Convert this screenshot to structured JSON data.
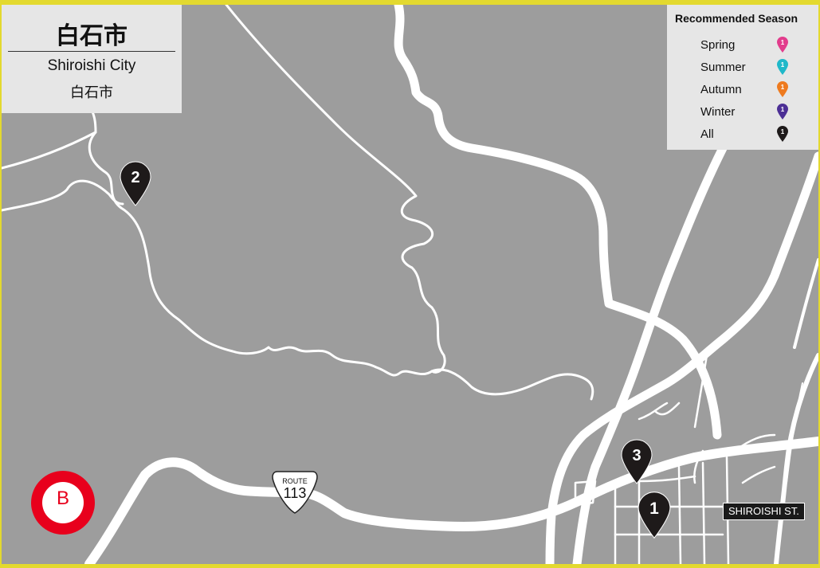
{
  "colors": {
    "background": "#9d9d9d",
    "road": "#ffffff",
    "border": "#e3d92f",
    "spring": "#e23c8c",
    "summer": "#1fb8c9",
    "autumn": "#ee7a1e",
    "winter": "#4c2f95",
    "all": "#1e1a1a",
    "badge": "#e8001c"
  },
  "title": {
    "japanese": "白石市",
    "english": "Shiroishi City",
    "japanese_sub": "白石市"
  },
  "legend": {
    "title": "Recommended Season",
    "items": [
      {
        "label": "Spring",
        "number": "1",
        "color": "#e23c8c"
      },
      {
        "label": "Summer",
        "number": "1",
        "color": "#1fb8c9"
      },
      {
        "label": "Autumn",
        "number": "1",
        "color": "#ee7a1e"
      },
      {
        "label": "Winter",
        "number": "1",
        "color": "#4c2f95"
      },
      {
        "label": "All",
        "number": "1",
        "color": "#1e1a1a"
      }
    ]
  },
  "markers": [
    {
      "number": "2",
      "season": "All"
    },
    {
      "number": "3",
      "season": "All"
    },
    {
      "number": "1",
      "season": "All"
    }
  ],
  "badge": {
    "letter": "B"
  },
  "route_sign": {
    "word": "ROUTE",
    "number": "113"
  },
  "station": {
    "label": "SHIROISHI ST."
  }
}
